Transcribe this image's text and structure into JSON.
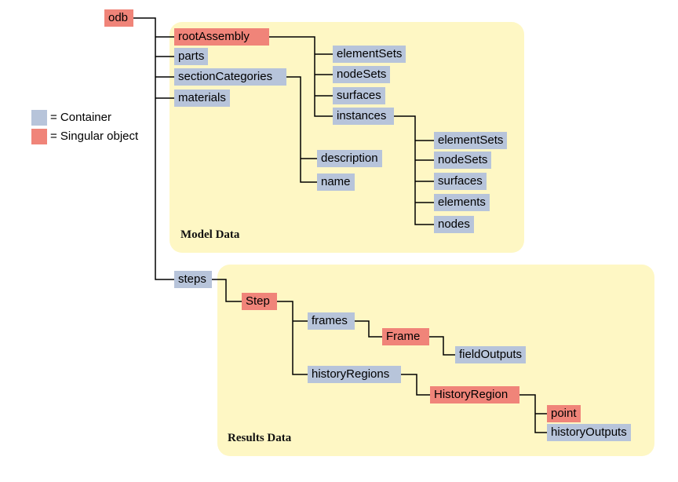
{
  "colors": {
    "container": "#b7c4da",
    "singular": "#f08479",
    "region": "#fef7c4",
    "line": "#000000"
  },
  "legend": {
    "container_label": "= Container",
    "singular_label": "= Singular object"
  },
  "regions": {
    "model_label": "Model Data",
    "results_label": "Results Data"
  },
  "nodes": {
    "odb": "odb",
    "rootAssembly": "rootAssembly",
    "parts": "parts",
    "sectionCategories": "sectionCategories",
    "materials": "materials",
    "asm_elementSets": "elementSets",
    "asm_nodeSets": "nodeSets",
    "asm_surfaces": "surfaces",
    "instances": "instances",
    "inst_elementSets": "elementSets",
    "inst_nodeSets": "nodeSets",
    "inst_surfaces": "surfaces",
    "inst_elements": "elements",
    "inst_nodes": "nodes",
    "description": "description",
    "name": "name",
    "steps": "steps",
    "Step": "Step",
    "frames": "frames",
    "Frame": "Frame",
    "fieldOutputs": "fieldOutputs",
    "historyRegions": "historyRegions",
    "HistoryRegion": "HistoryRegion",
    "point": "point",
    "historyOutputs": "historyOutputs"
  }
}
